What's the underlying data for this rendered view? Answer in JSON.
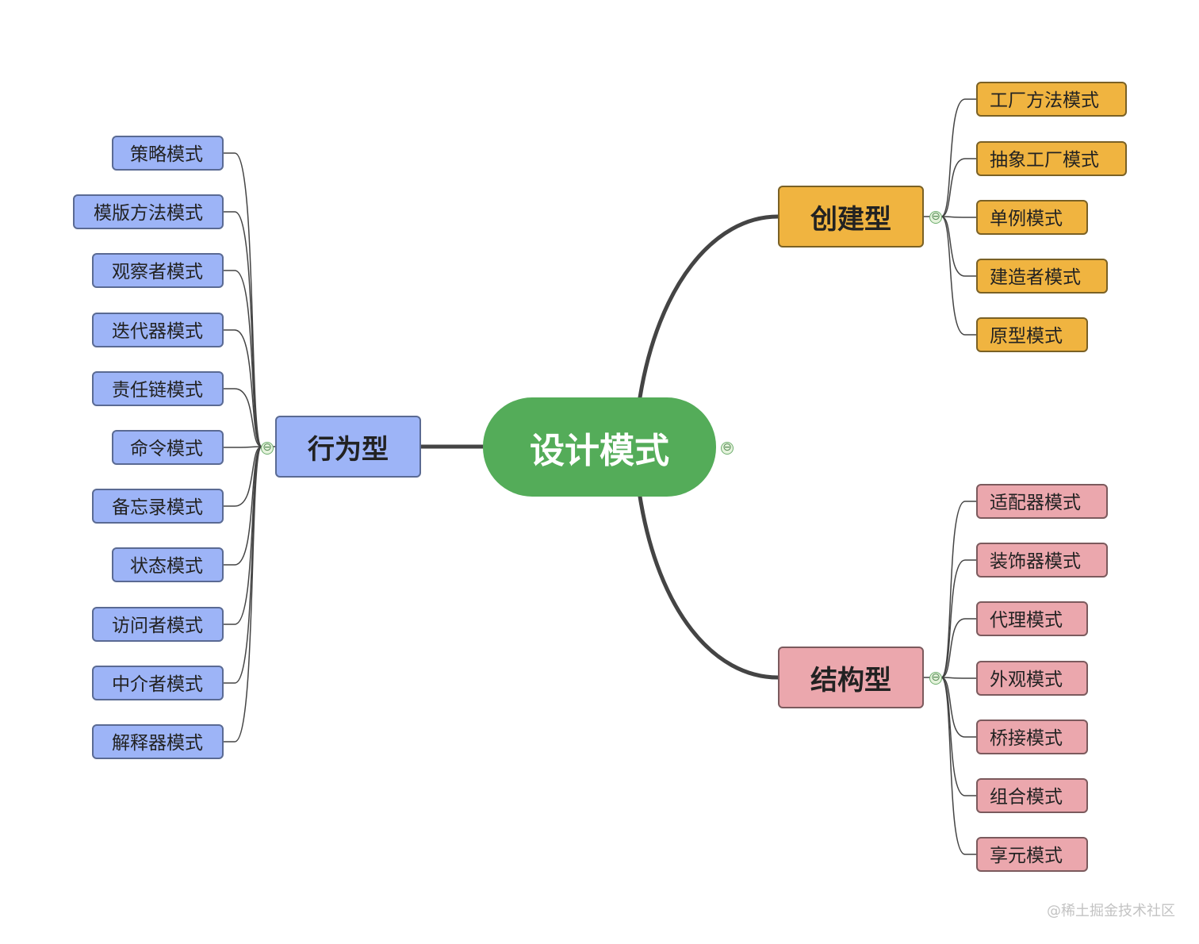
{
  "root": {
    "label": "设计模式"
  },
  "toggle_symbol": "⊖",
  "branches": {
    "behavioral": {
      "label": "行为型",
      "color": "#9db4f7",
      "items": [
        "策略模式",
        "模版方法模式",
        "观察者模式",
        "迭代器模式",
        "责任链模式",
        "命令模式",
        "备忘录模式",
        "状态模式",
        "访问者模式",
        "中介者模式",
        "解释器模式"
      ]
    },
    "creational": {
      "label": "创建型",
      "color": "#f0b440",
      "items": [
        "工厂方法模式",
        "抽象工厂模式",
        "单例模式",
        "建造者模式",
        "原型模式"
      ]
    },
    "structural": {
      "label": "结构型",
      "color": "#eba7ad",
      "items": [
        "适配器模式",
        "装饰器模式",
        "代理模式",
        "外观模式",
        "桥接模式",
        "组合模式",
        "享元模式"
      ]
    }
  },
  "watermark": "@稀土掘金技术社区",
  "colors": {
    "root": "#54ac59",
    "connector": "#444444"
  }
}
